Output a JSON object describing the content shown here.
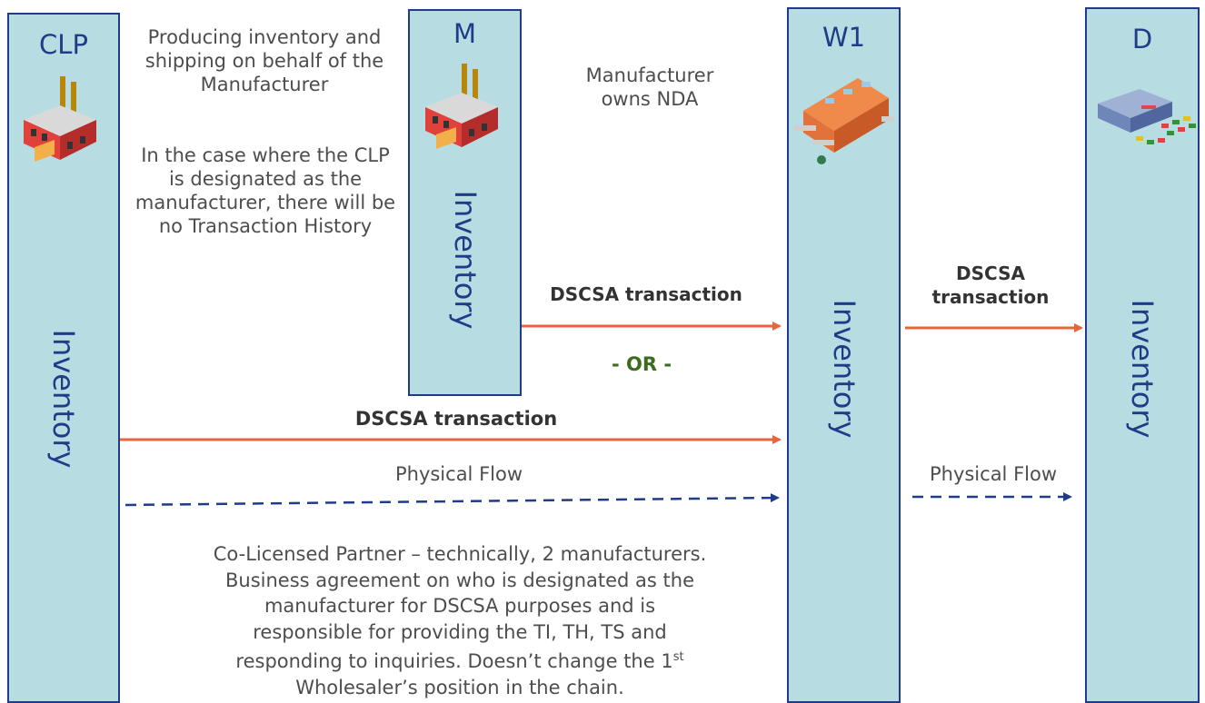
{
  "lanes": {
    "clp": {
      "title": "CLP",
      "inventory": "Inventory"
    },
    "m": {
      "title": "M",
      "inventory": "Inventory"
    },
    "w1": {
      "title": "W1",
      "inventory": "Inventory"
    },
    "d": {
      "title": "D",
      "inventory": "Inventory"
    }
  },
  "notes": {
    "producing": "Producing inventory and shipping on behalf of the Manufacturer",
    "clp_case": "In the case where the CLP is designated as the manufacturer, there will be no Transaction History",
    "owns_nda": "Manufacturer owns NDA",
    "bottom": {
      "line1": "Co-Licensed Partner – technically, 2 manufacturers.",
      "line2": "Business agreement on who is designated as the",
      "line3": "manufacturer for DSCSA purposes and is",
      "line4": "responsible for providing the TI, TH, TS and",
      "line5a": "responding to inquiries.  Doesn’t change the 1",
      "line5sup": "st",
      "line6": "Wholesaler’s position in the chain."
    }
  },
  "flows": {
    "m_to_w1": "DSCSA transaction",
    "or": "- OR -",
    "clp_to_w1": "DSCSA transaction",
    "w1_to_d_line1": "DSCSA",
    "w1_to_d_line2": "transaction",
    "physical_left": "Physical Flow",
    "physical_right": "Physical Flow"
  },
  "colors": {
    "lane_fill": "#b7dde3",
    "lane_border": "#1f3c88",
    "transaction_arrow": "#e8643a",
    "physical_arrow": "#1f3c88",
    "or_text": "#3d6b1e"
  },
  "icons": [
    "factory-icon",
    "factory-icon",
    "warehouse-icon",
    "distributor-icon"
  ]
}
